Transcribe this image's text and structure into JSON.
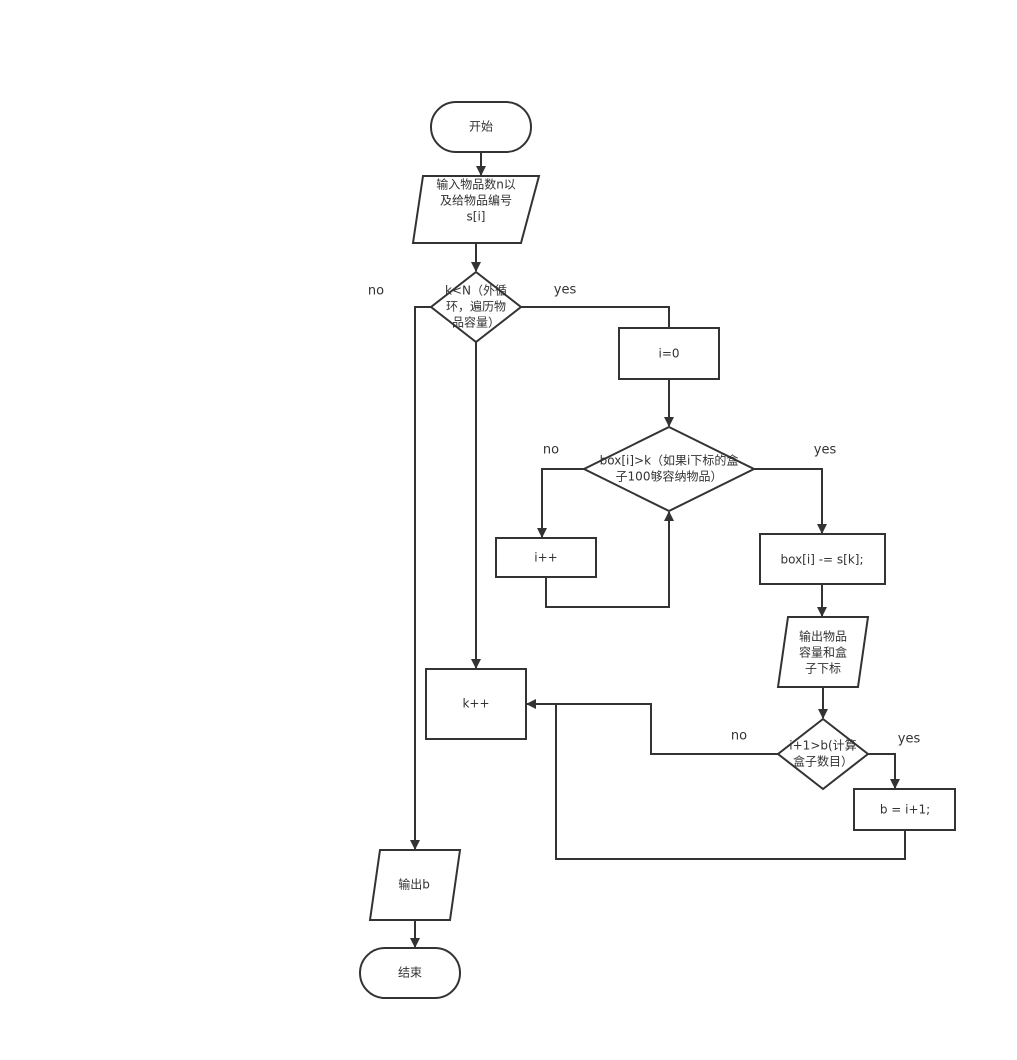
{
  "nodes": {
    "start": "开始",
    "input": [
      "输入物品数n以",
      "及给物品编号",
      "s[i]"
    ],
    "outer_cond": [
      "k<N（外循",
      "环，遍历物",
      "品容量）"
    ],
    "init_i": "i=0",
    "box_cond": [
      "box[i]>k（如果i下标的盒",
      "子100够容纳物品）"
    ],
    "inc_i": "i++",
    "subtract": "box[i] -= s[k];",
    "output_item": [
      "输出物品",
      "容量和盒",
      "子下标"
    ],
    "count_cond": [
      "i+1>b(计算",
      "盒子数目）"
    ],
    "set_b": "b = i+1;",
    "inc_k": "k++",
    "output_b": "输出b",
    "end": "结束"
  },
  "labels": {
    "outer_no": "no",
    "outer_yes": "yes",
    "box_no": "no",
    "box_yes": "yes",
    "count_no": "no",
    "count_yes": "yes"
  }
}
